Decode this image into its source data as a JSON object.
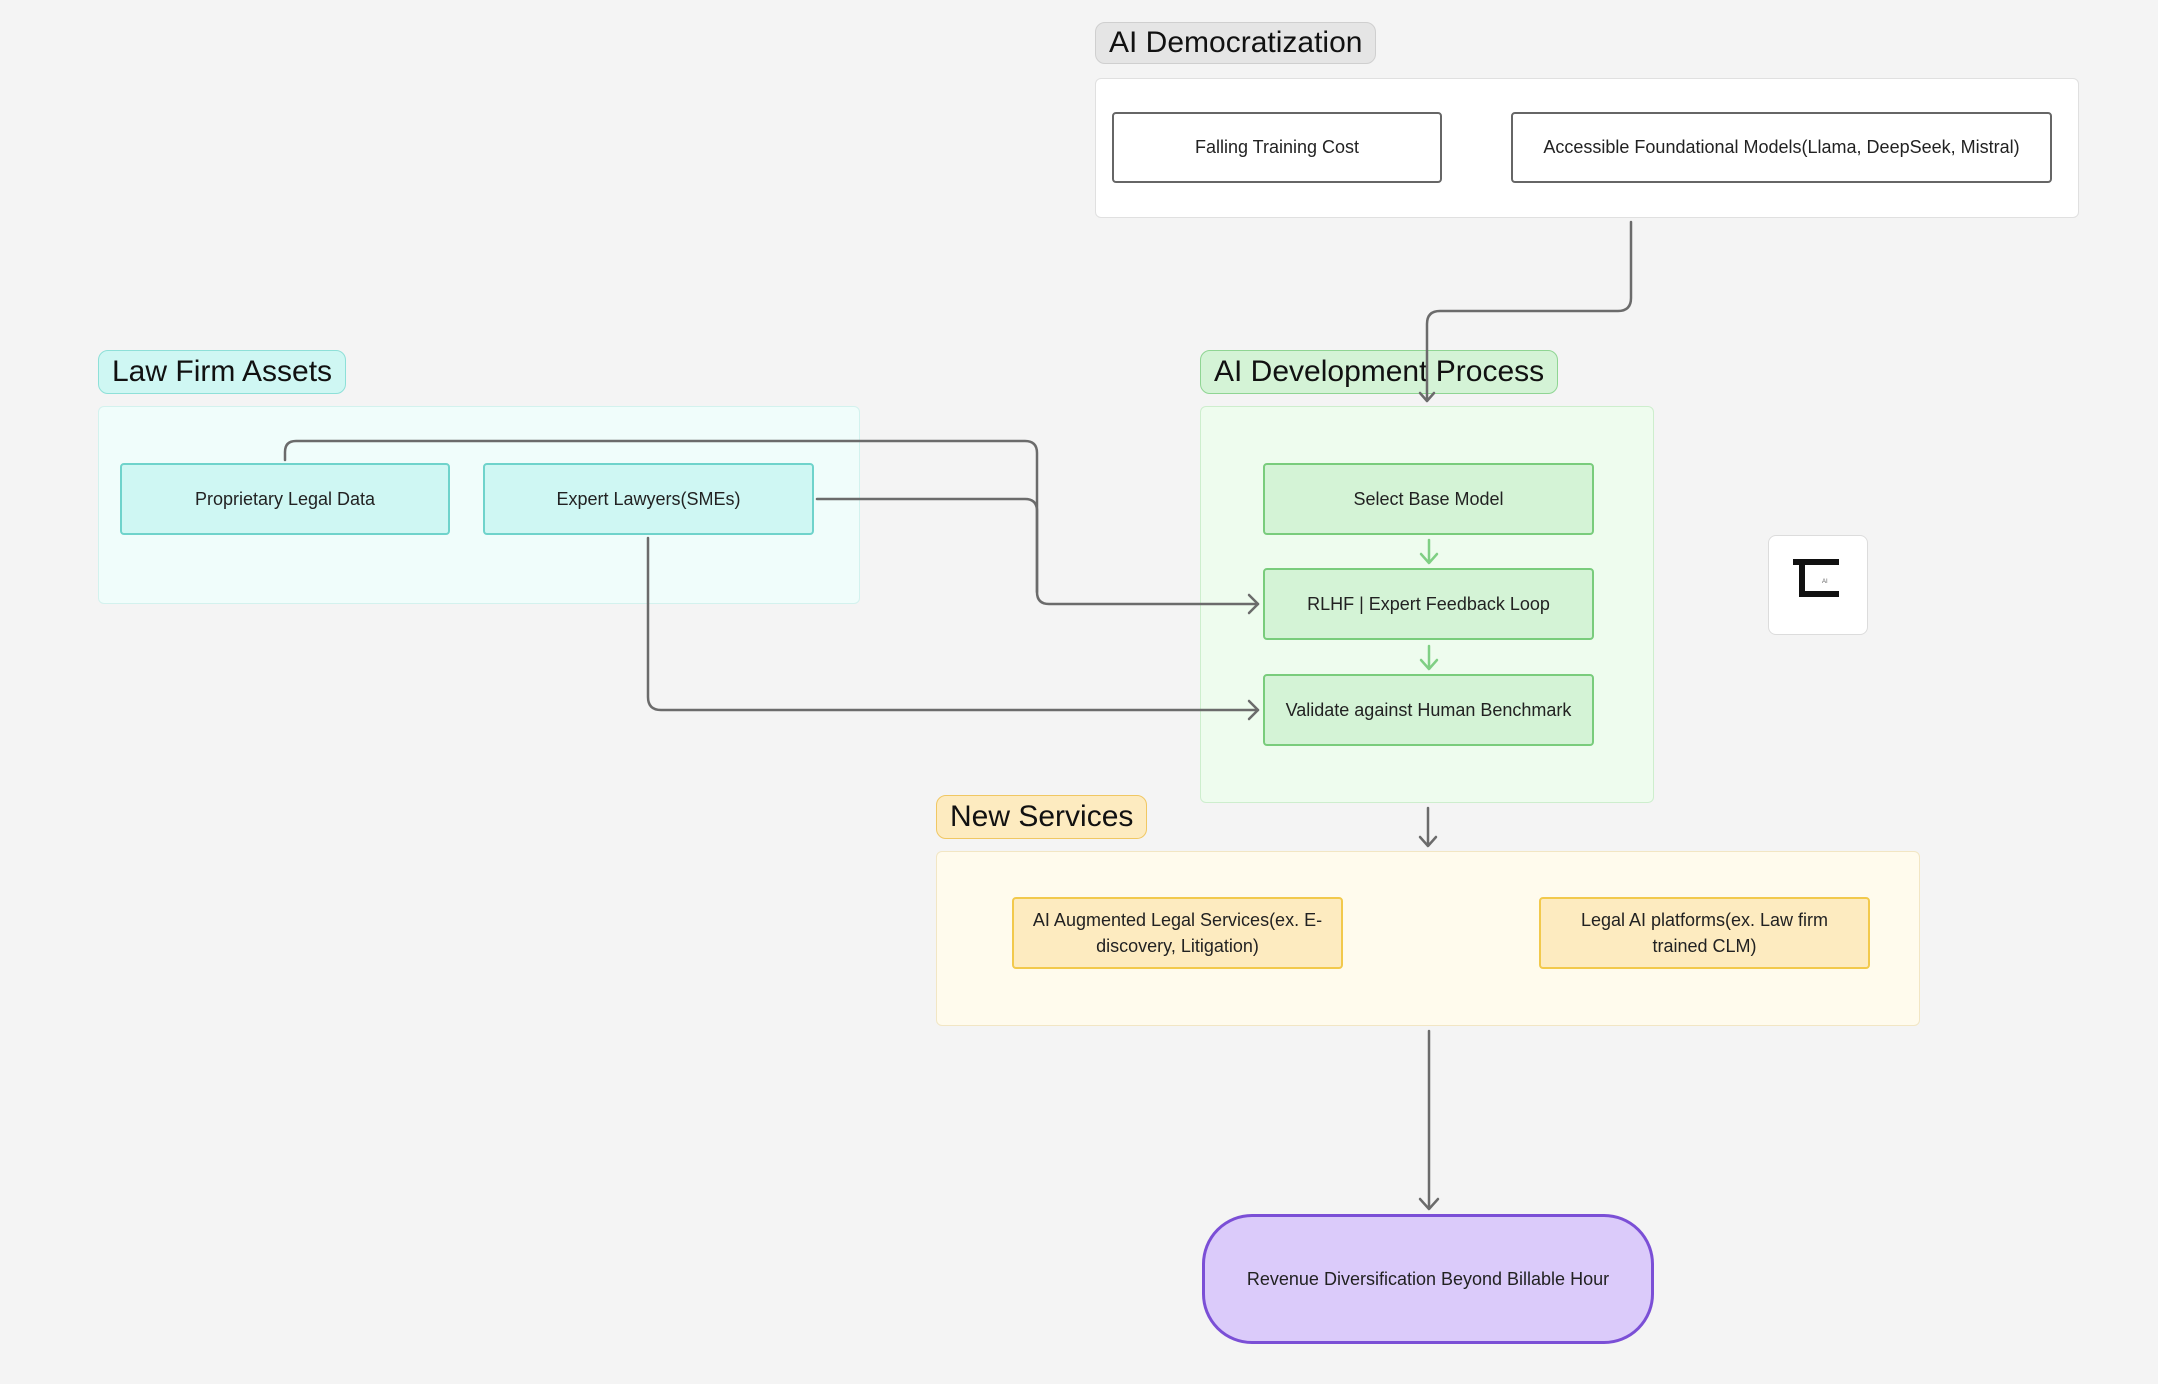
{
  "groups": {
    "democratization": {
      "title": "AI Democratization",
      "nodes": {
        "training_cost": "Falling Training Cost",
        "foundational_models": "Accessible Foundational Models(Llama, DeepSeek, Mistral)"
      }
    },
    "law_firm_assets": {
      "title": "Law Firm Assets",
      "nodes": {
        "legal_data": "Proprietary Legal Data",
        "expert_lawyers": "Expert Lawyers(SMEs)"
      }
    },
    "development": {
      "title": "AI Development Process",
      "nodes": {
        "select_model": "Select Base Model",
        "rlhf": "RLHF | Expert Feedback Loop",
        "validate": "Validate against Human Benchmark"
      }
    },
    "new_services": {
      "title": "New Services",
      "nodes": {
        "augmented": "AI Augmented Legal Services(ex. E-discovery, Litigation)",
        "platforms": "Legal AI platforms(ex. Law firm trained CLM)"
      }
    }
  },
  "outcome": "Revenue Diversification Beyond Billable Hour",
  "logo": {
    "icon": "tc-logo-icon",
    "subtext": "AI"
  },
  "colors": {
    "neutral_border": "#666666",
    "teal_border": "#6fd3cb",
    "teal_fill": "#cff7f3",
    "green_border": "#79cc7c",
    "green_fill": "#d4f3d6",
    "yellow_border": "#f2c94c",
    "yellow_fill": "#fdebc0",
    "purple_border": "#7b4fd6",
    "purple_fill": "#dbcbfa",
    "connector": "#6b6b6b",
    "green_arrow": "#7fcf84"
  }
}
